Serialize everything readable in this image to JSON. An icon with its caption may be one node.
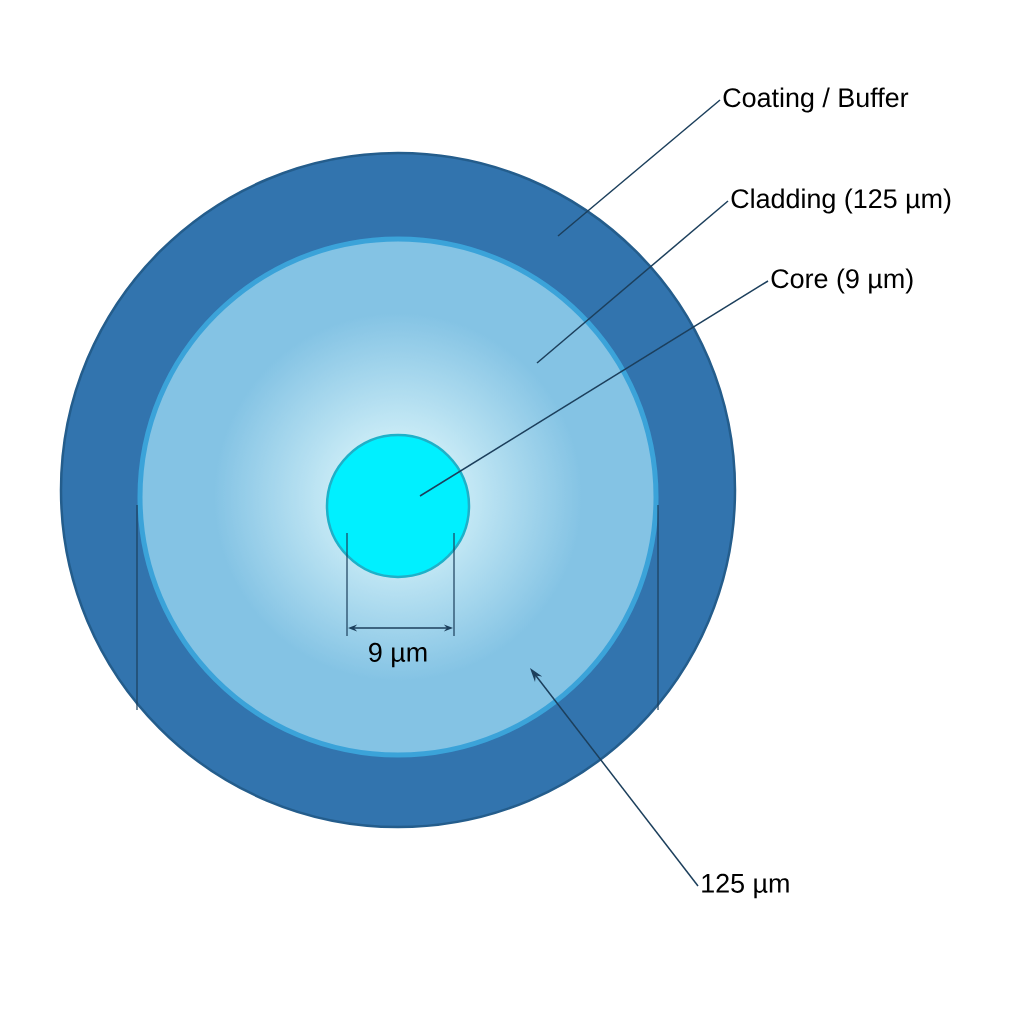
{
  "diagram": {
    "nodes": [
      {
        "text": [],
        "shape": "circle"
      },
      {
        "text": [],
        "shape": "circle",
        "in": 0
      },
      {
        "text": [],
        "shape": "circle",
        "in": 1
      },
      {
        "text": [
          "Coating / Buffer"
        ]
      },
      {
        "text": [
          "Cladding (125 µm)"
        ]
      },
      {
        "text": [
          "Core (9 µm)"
        ]
      },
      {
        "text": [
          "125 µm"
        ]
      }
    ],
    "edges": [
      {
        "from": 3,
        "to": 0,
        "arrow": "none"
      },
      {
        "from": 4,
        "to": 1,
        "arrow": "none"
      },
      {
        "from": 5,
        "to": 2,
        "arrow": "none"
      },
      {
        "from": 6,
        "to": 1,
        "arrow": "to"
      }
    ],
    "labels": [
      "9 µm"
    ]
  }
}
